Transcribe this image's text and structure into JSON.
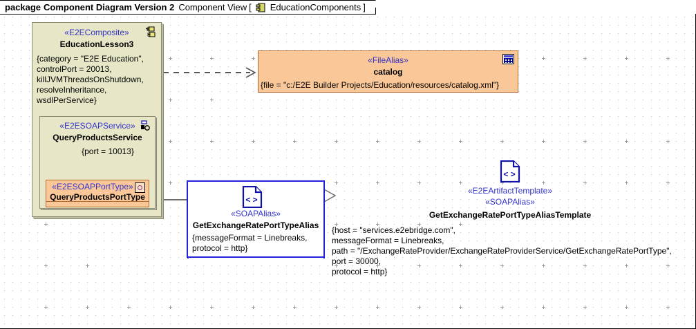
{
  "header": {
    "keyword": "package",
    "title": "Component Diagram Version 2",
    "view": "Component View",
    "bracket_open": "[",
    "package_name": "EducationComponents",
    "bracket_close": "]",
    "icon": "component-icon"
  },
  "nodes": {
    "composite": {
      "stereotype": "«E2EComposite»",
      "name": "EducationLesson3",
      "icon": "composite-icon",
      "properties": [
        "{category = \"E2E Education\",",
        "controlPort = 20013,",
        "killJVMThreadsOnShutdown,",
        "resolveInheritance,",
        "wsdlPerService}"
      ]
    },
    "service": {
      "stereotype": "«E2ESOAPService»",
      "name": "QueryProductsService",
      "icon": "service-icon",
      "properties": "{port = 10013}"
    },
    "porttype": {
      "stereotype": "«E2ESOAPPortType»",
      "name": "QueryProductsPortType",
      "icon": "porttype-icon"
    },
    "catalog": {
      "stereotype": "«FileAlias»",
      "name": "catalog",
      "icon": "table-icon",
      "properties": "{file = \"c:/E2E Builder Projects/Education/resources/catalog.xml\"}"
    },
    "soapalias": {
      "stereotype": "«SOAPAlias»",
      "name": "GetExchangeRatePortTypeAlias",
      "icon": "document-code-icon",
      "properties": [
        "{messageFormat = Linebreaks,",
        "protocol = http}"
      ]
    },
    "template": {
      "stereotype_1": "«E2EArtifactTemplate»",
      "stereotype_2": "«SOAPAlias»",
      "name": "GetExchangeRatePortTypeAliasTemplate",
      "icon": "document-code-icon",
      "properties": [
        "{host = \"services.e2ebridge.com\",",
        "messageFormat = Linebreaks,",
        "path = \"/ExchangeRateProvider/ExchangeRateProviderService/GetExchangeRatePortType\",",
        "port = 30000,",
        "protocol = http}"
      ]
    }
  },
  "connectors": {
    "dependency_to_catalog": "dependency-dashed-arrow",
    "port_to_alias": "solid-connector",
    "alias_to_template": "realization-open-arrow"
  },
  "colors": {
    "composite_fill": "#e7e7c8",
    "alias_fill": "#fac898",
    "stereotype_text": "#3333cc",
    "selection_border": "#2222dd",
    "grid_dot": "#b4b4b4"
  }
}
